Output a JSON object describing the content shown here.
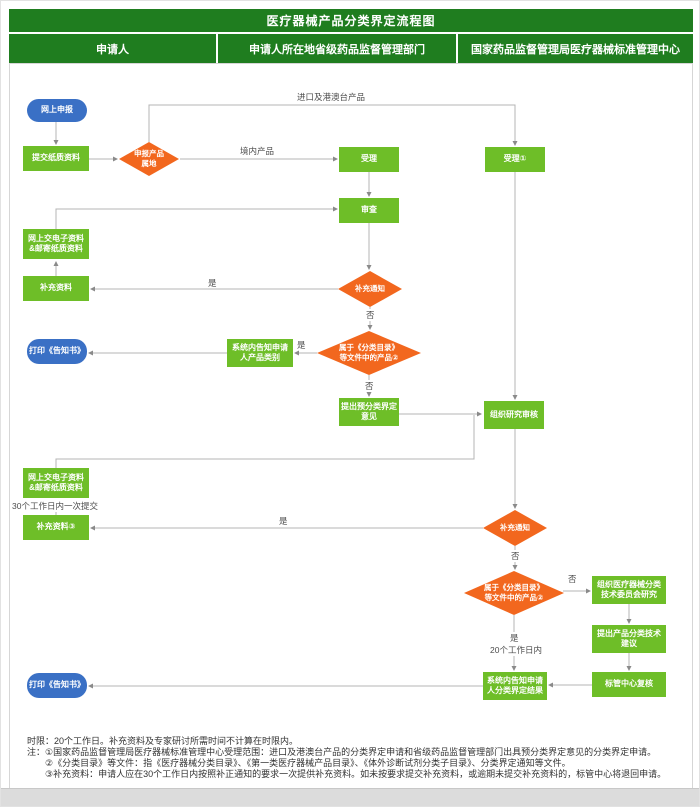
{
  "title": "医疗器械产品分类界定流程图",
  "columns": {
    "applicant": "申请人",
    "provincial": "申请人所在地省级药品监督管理部门",
    "national": "国家药品监督管理局医疗器械标准管理中心"
  },
  "colors": {
    "header-green": "#1f7d1f",
    "node-green": "#6ebe28",
    "node-orange": "#f2671e",
    "node-blue": "#3a70c5",
    "line-gray": "#b4b4b4",
    "arrow-gray": "#8a8a8a"
  },
  "nodes": {
    "online_apply": "网上申报",
    "submit_paper": "提交纸质资料",
    "product_origin": "申报产品\n属地",
    "submit_e1": "网上交电子资料\n&邮寄纸质资料",
    "supplement1": "补充资料",
    "print_notice1": "打印《告知书》",
    "submit_e2": "网上交电子资料\n&邮寄纸质资料",
    "supplement2": "补充资料③",
    "print_notice2": "打印《告知书》",
    "accept_prov": "受理",
    "review": "审查",
    "supp_notice1": "补充通知",
    "in_catalog1": "属于《分类目录》\n等文件中的产品②",
    "notify_category": "系统内告知申请\n人产品类别",
    "pre_opinion": "提出预分类界定\n意见",
    "accept_national": "受理①",
    "research_review": "组织研究审核",
    "supp_notice2": "补充通知",
    "in_catalog2": "属于《分类目录》\n等文件中的产品②",
    "committee_research": "组织医疗器械分类\n技术委员会研究",
    "tech_suggestion": "提出产品分类技术\n建议",
    "center_recheck": "标管中心复核",
    "notify_result": "系统内告知申请\n人分类界定结果"
  },
  "edge_labels": {
    "import": "进口及港澳台产品",
    "domestic": "境内产品",
    "yes1": "是",
    "no1": "否",
    "yes2": "是",
    "no2": "否",
    "yes3": "是",
    "no3": "否",
    "no4": "否",
    "yes4": "是",
    "within_20_days": "20个工作日内",
    "submit_within_30_days": "30个工作日内一次提交"
  },
  "notes": {
    "line1": "时限：20个工作日。补充资料及专家研讨所需时间不计算在时限内。",
    "line2": "注：①国家药品监督管理局医疗器械标准管理中心受理范围：进口及港澳台产品的分类界定申请和省级药品监督管理部门出具预分类界定意见的分类界定申请。",
    "line3": "②《分类目录》等文件：指《医疗器械分类目录》、《第一类医疗器械产品目录》、《体外诊断试剂分类子目录》、分类界定通知等文件。",
    "line4": "③补充资料：申请人应在30个工作日内按照补正通知的要求一次提供补充资料。如未按要求提交补充资料，或逾期未提交补充资料的，标管中心将退回申请。"
  }
}
